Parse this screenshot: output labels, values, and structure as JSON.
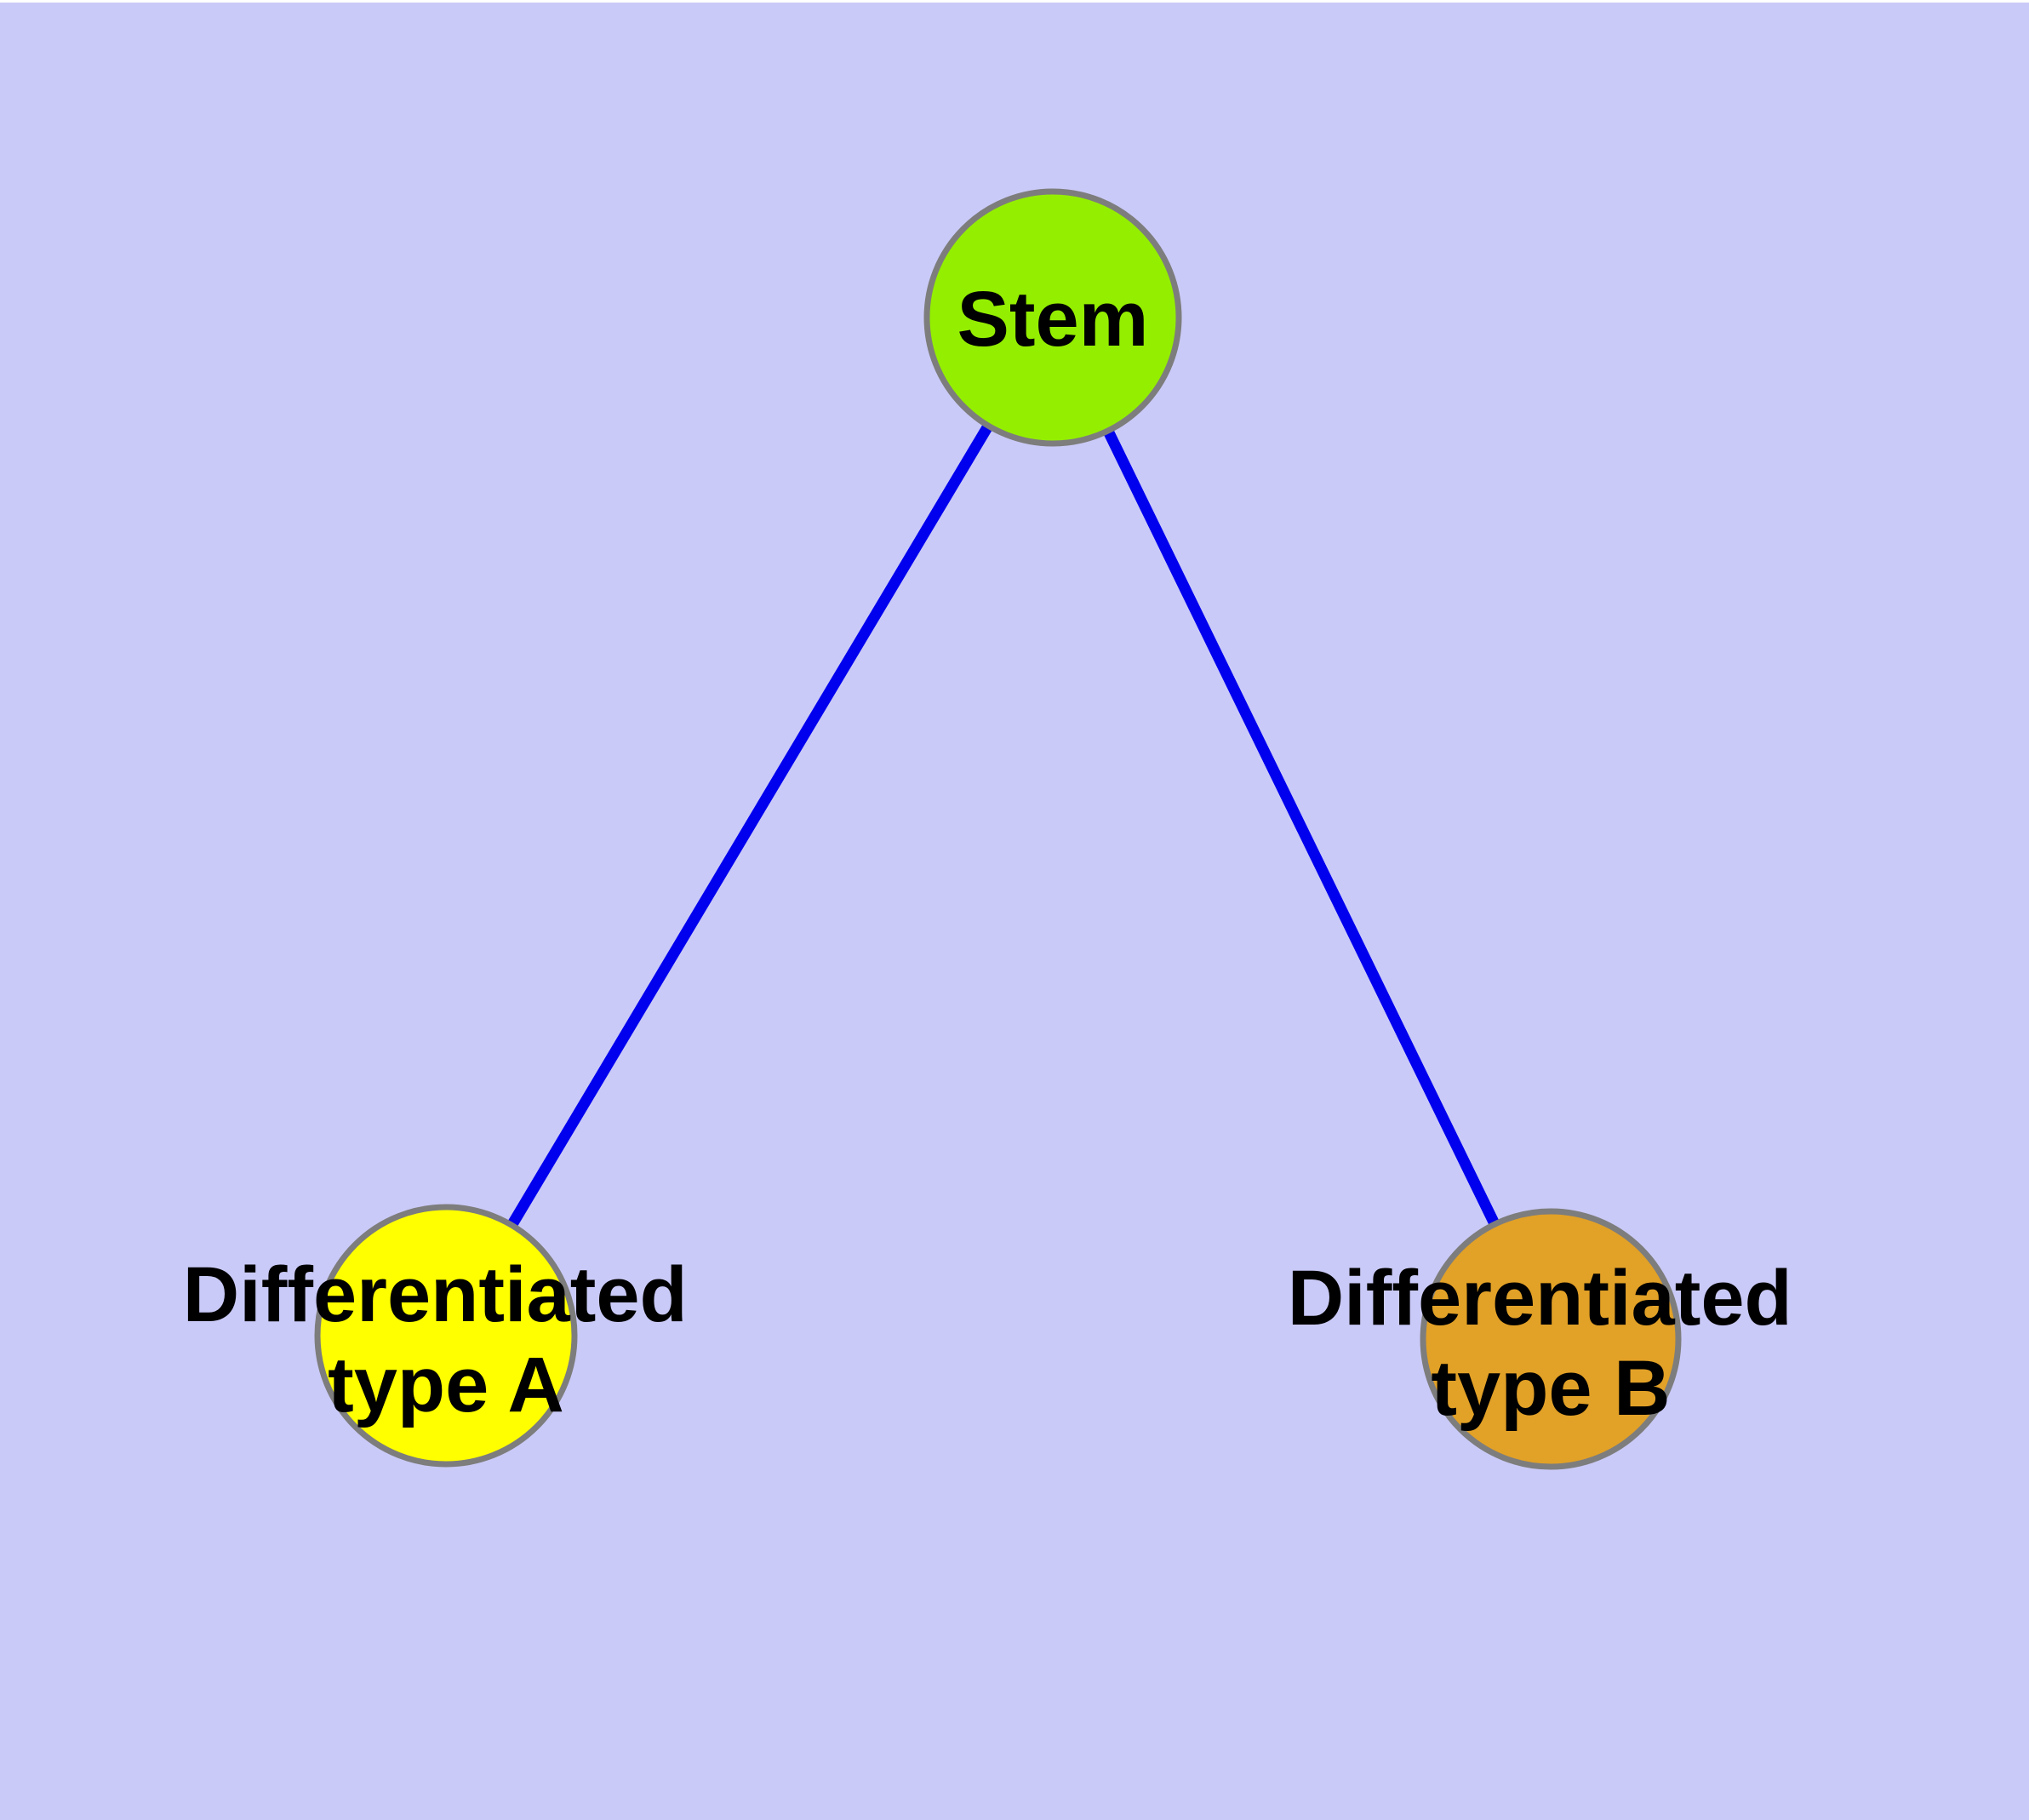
{
  "diagram": {
    "type": "node-link-tree",
    "colors": {
      "background": "#CACAF8",
      "edge": "#0000EE",
      "node_border": "#7D7D7D",
      "label_text": "#000000"
    },
    "nodes": {
      "stem": {
        "label": "Stem",
        "fill": "#94EE00"
      },
      "type_a": {
        "label": "Differentiated type A",
        "label_line1": "Differentiated",
        "label_line2": "type A",
        "fill": "#FFFF00"
      },
      "type_b": {
        "label": "Differentiated type B",
        "label_line1": "Differentiated",
        "label_line2": "type B",
        "fill": "#E2A127"
      }
    },
    "edges": [
      {
        "from": "Stem",
        "to": "Differentiated type A"
      },
      {
        "from": "Stem",
        "to": "Differentiated type B"
      }
    ]
  }
}
